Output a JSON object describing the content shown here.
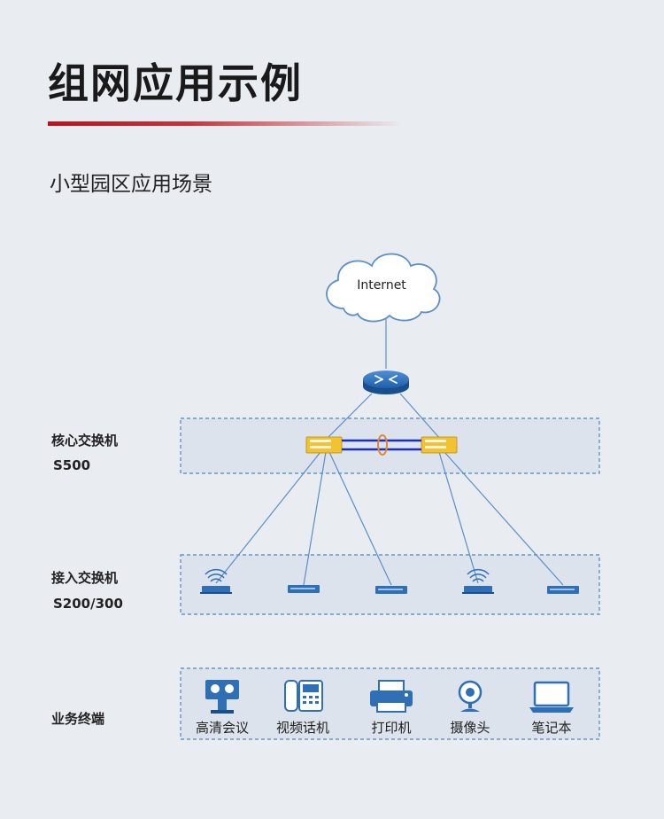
{
  "header": {
    "title": "组网应用示例",
    "subtitle": "小型园区应用场景"
  },
  "diagram": {
    "cloud_label": "Internet",
    "tiers": {
      "core": {
        "name": "核心交换机",
        "model": "S500"
      },
      "access": {
        "name": "接入交换机",
        "model": "S200/300"
      },
      "terminal": {
        "name": "业务终端"
      }
    },
    "terminals": [
      {
        "label": "高清会议",
        "icon": "video-conference-icon"
      },
      {
        "label": "视频话机",
        "icon": "video-phone-icon"
      },
      {
        "label": "打印机",
        "icon": "printer-icon"
      },
      {
        "label": "摄像头",
        "icon": "webcam-icon"
      },
      {
        "label": "笔记本",
        "icon": "laptop-icon"
      }
    ],
    "colors": {
      "accent_red": "#b8141c",
      "link_line": "#5b8fc7",
      "zone_border": "#4b86c4",
      "core_switch": "#f2c230",
      "stack_link": "#1b2fbf",
      "stack_ring": "#e8862e",
      "device_blue": "#2e6fb5"
    }
  }
}
